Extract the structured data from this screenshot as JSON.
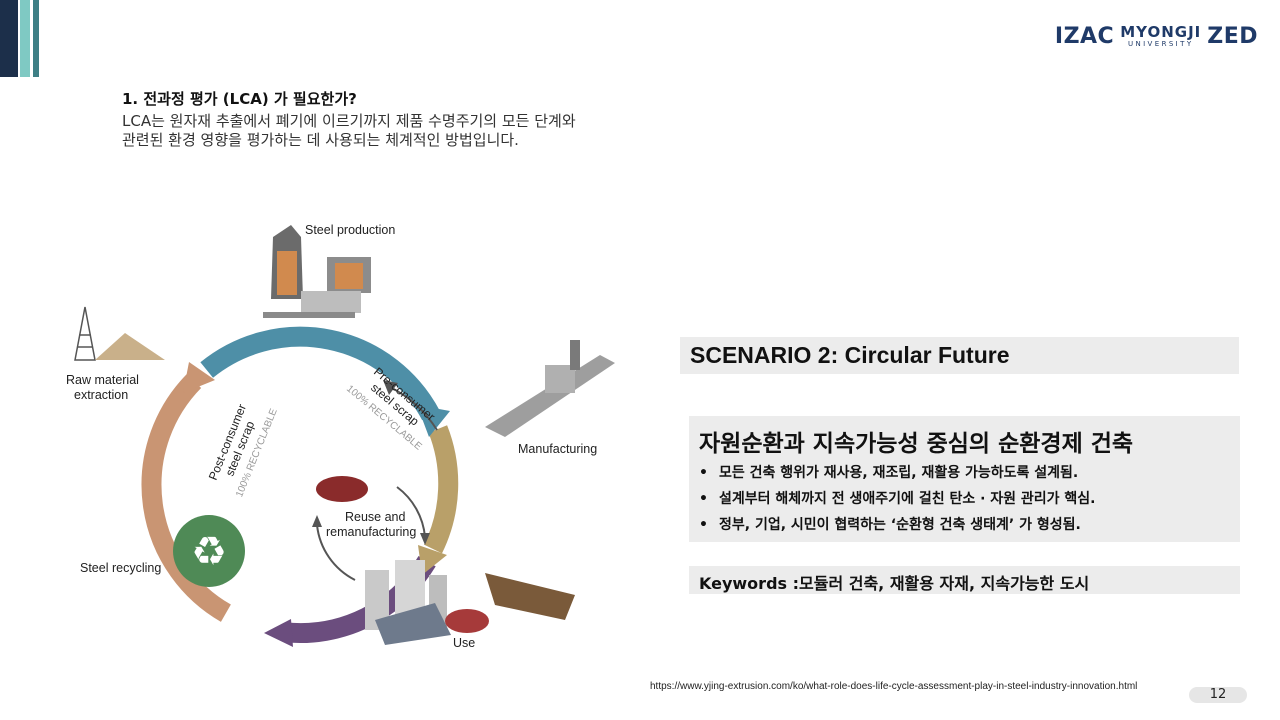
{
  "branding": {
    "logo_left": "IZAC",
    "logo_mid_top": "MYONGJI",
    "logo_mid_bottom": "UNIVERSITY",
    "logo_right": "ZED"
  },
  "content": {
    "heading": "1. 전과정 평가 (LCA) 가 필요한가?",
    "description_line1": "LCA는 원자재 추출에서 폐기에 이르기까지 제품 수명주기의 모든 단계와",
    "description_line2": "관련된 환경 영향을 평가하는 데 사용되는 체계적인 방법입니다."
  },
  "diagram": {
    "labels": {
      "steel_production": "Steel production",
      "raw_material_1": "Raw material",
      "raw_material_2": "extraction",
      "manufacturing": "Manufacturing",
      "steel_recycling": "Steel recycling",
      "use": "Use",
      "reuse_1": "Reuse and",
      "reuse_2": "remanufacturing",
      "pre_consumer_1": "Pre-consumer",
      "pre_consumer_2": "steel scrap",
      "pre_recyclable": "100% RECYCLABLE",
      "post_consumer_1": "Post-consumer",
      "post_consumer_2": "steel scrap",
      "post_recyclable": "100% RECYCLABLE"
    },
    "colors": {
      "blue": "#4e8fa7",
      "gold": "#b9a069",
      "purple": "#6b4d7e",
      "tan": "#c99573",
      "recycle_green": "#4f8a56"
    }
  },
  "scenario": {
    "title": "SCENARIO 2: Circular Future"
  },
  "panel": {
    "title": "자원순환과 지속가능성 중심의 순환경제 건축",
    "bullet_symbol": "•",
    "bullets": [
      "모든 건축 행위가 재사용, 재조립, 재활용 가능하도록 설계됨.",
      "설계부터 해체까지 전 생애주기에 걸친 탄소 · 자원 관리가 핵심.",
      "정부, 기업, 시민이 협력하는 ‘순환형 건축 생태계’ 가 형성됨."
    ]
  },
  "keywords": {
    "text": "Keywords :모듈러 건축, 재활용 자재, 지속가능한 도시"
  },
  "footer": {
    "source": "https://www.yjing-extrusion.com/ko/what-role-does-life-cycle-assessment-play-in-steel-industry-innovation.html",
    "page_number": "12"
  }
}
